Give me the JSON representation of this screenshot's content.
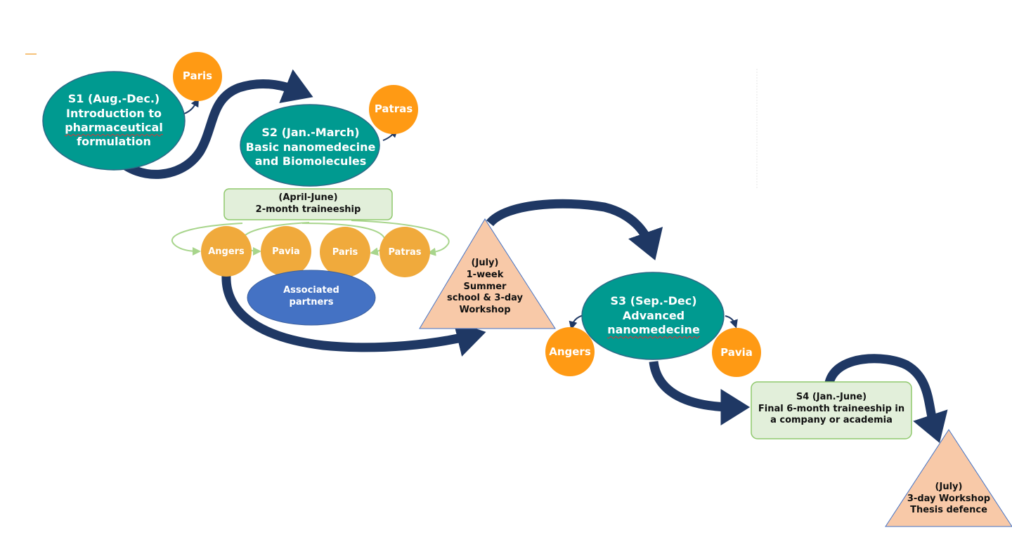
{
  "title": "Programme mobility path",
  "colors": {
    "semester_ellipse": "#009a90",
    "city_circle": "#ff9a14",
    "city_circle_light": "#f0aa3c",
    "arrow_dark": "#1f3864",
    "traineeship_box": "#e2efda",
    "traineeship_border": "#8fc86c",
    "triangle_fill": "#f8c9a8",
    "triangle_border": "#4472c4",
    "associated_fill": "#4472c4",
    "green_arrow": "#a8d58c"
  },
  "s1": {
    "lines": [
      "S1 (Aug.-Dec.)",
      "Introduction to",
      "pharmaceutical",
      "formulation"
    ],
    "city": "Paris"
  },
  "s2": {
    "lines": [
      "S2 (Jan.-March)",
      "Basic nanomedecine",
      "and Biomolecules"
    ],
    "city": "Patras"
  },
  "traineeship_short": {
    "lines": [
      "(April-June)",
      "2-month traineeship"
    ],
    "cities": [
      "Angers",
      "Pavia",
      "Paris",
      "Patras"
    ],
    "associated": [
      "Associated",
      "partners"
    ]
  },
  "summer": {
    "lines": [
      "(July)",
      "1-week",
      "Summer",
      "school & 3-day",
      "Workshop"
    ]
  },
  "s3": {
    "lines": [
      "S3 (Sep.-Dec)",
      "Advanced",
      "nanomedecine"
    ],
    "cities": [
      "Angers",
      "Pavia"
    ]
  },
  "s4": {
    "lines": [
      "S4 (Jan.-June)",
      "Final 6-month traineeship in",
      "a company or academia"
    ]
  },
  "final": {
    "lines": [
      "(July)",
      "3-day Workshop",
      "Thesis defence"
    ]
  }
}
